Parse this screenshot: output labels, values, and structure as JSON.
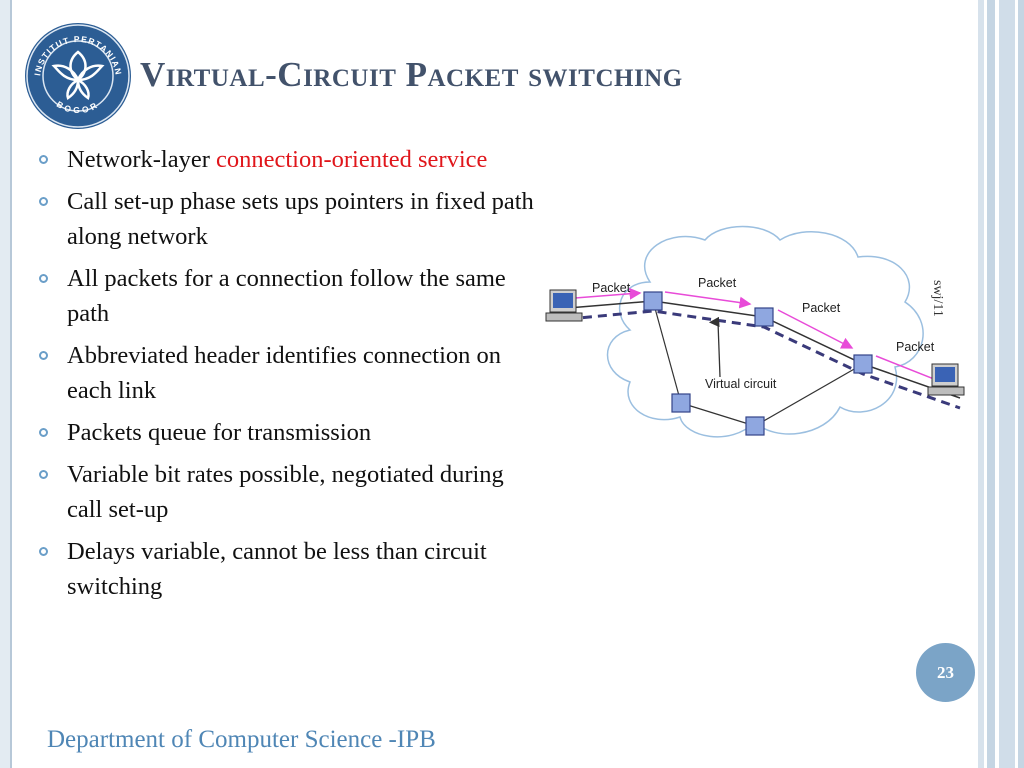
{
  "title": "Virtual-Circuit Packet switching",
  "logo": {
    "text_top": "INSTITUT PERTANIAN",
    "text_bottom": "BOGOR"
  },
  "bullets": [
    {
      "text": "Network-layer ",
      "highlight": "connection-oriented service"
    },
    {
      "text": "Call set-up phase sets ups pointers in fixed path along network"
    },
    {
      "text": "All packets for a connection follow the same path"
    },
    {
      "text": "Abbreviated header identifies connection on each link"
    },
    {
      "text": "Packets queue for transmission"
    },
    {
      "text": "Variable bit rates possible, negotiated during call set-up"
    },
    {
      "text": "Delays variable, cannot be less than circuit switching"
    }
  ],
  "diagram": {
    "packet_labels": [
      "Packet",
      "Packet",
      "Packet",
      "Packet"
    ],
    "virtual_circuit_label": "Virtual circuit"
  },
  "side_note": "swj/11",
  "page_number": "23",
  "footer": "Department of Computer Science -IPB",
  "colors": {
    "title": "#42526b",
    "highlight": "#e0161b",
    "accent": "#7ba4c7",
    "footer": "#4f86b5"
  }
}
